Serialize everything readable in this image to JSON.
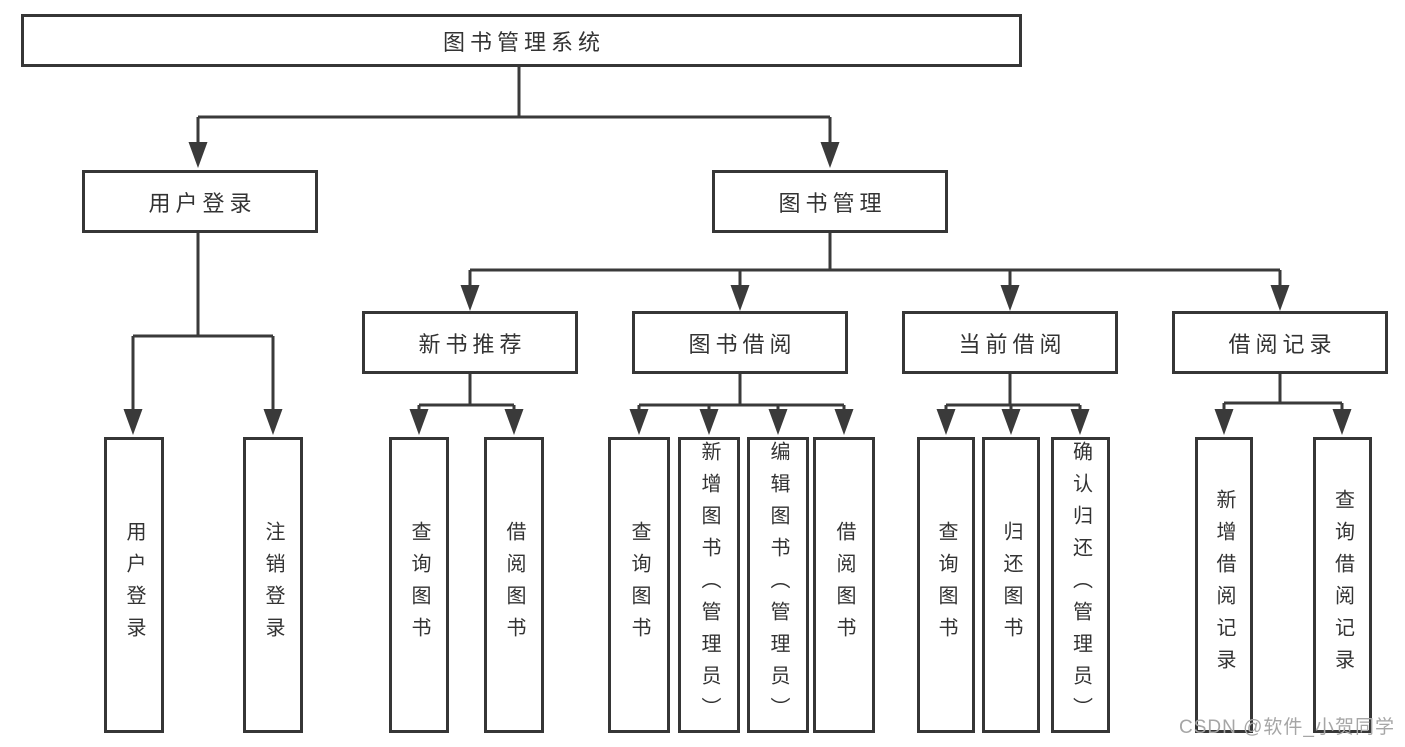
{
  "diagram": {
    "title_node": "图书管理系统",
    "root": {
      "label": "图书管理系统"
    },
    "branches": [
      {
        "label": "用户登录",
        "children": [
          {
            "label": "用户登录"
          },
          {
            "label": "注销登录"
          }
        ]
      },
      {
        "label": "图书管理",
        "children": [
          {
            "label": "新书推荐",
            "children": [
              {
                "label": "查询图书"
              },
              {
                "label": "借阅图书"
              }
            ]
          },
          {
            "label": "图书借阅",
            "children": [
              {
                "label": "查询图书"
              },
              {
                "label": "新增图书（管理员）"
              },
              {
                "label": "编辑图书（管理员）"
              },
              {
                "label": "借阅图书"
              }
            ]
          },
          {
            "label": "当前借阅",
            "children": [
              {
                "label": "查询图书"
              },
              {
                "label": "归还图书"
              },
              {
                "label": "确认归还（管理员）"
              }
            ]
          },
          {
            "label": "借阅记录",
            "children": [
              {
                "label": "新增借阅记录"
              },
              {
                "label": "查询借阅记录"
              }
            ]
          }
        ]
      }
    ],
    "watermark": "CSDN @软件_小贺同学"
  },
  "colors": {
    "line": "#3a3a3a",
    "box_border": "#363636",
    "text": "#333333",
    "watermark": "#a6a6a6",
    "background": "#ffffff"
  }
}
